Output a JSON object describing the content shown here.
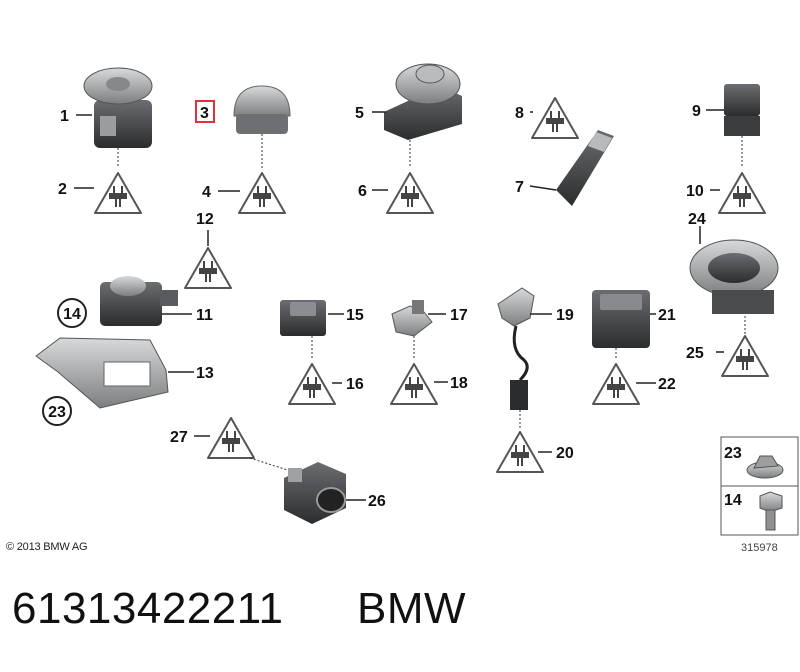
{
  "labels": {
    "l1": "1",
    "l2": "2",
    "l3": "3",
    "l4": "4",
    "l5": "5",
    "l6": "6",
    "l7": "7",
    "l8": "8",
    "l9": "9",
    "l10": "10",
    "l11": "11",
    "l12": "12",
    "l13": "13",
    "l14": "14",
    "l15": "15",
    "l16": "16",
    "l17": "17",
    "l18": "18",
    "l19": "19",
    "l20": "20",
    "l21": "21",
    "l22": "22",
    "l23": "23",
    "l24": "24",
    "l25": "25",
    "l26": "26",
    "l27": "27",
    "circle14": "14",
    "circle23": "23",
    "box23": "23",
    "box14": "14"
  },
  "footer": {
    "copyright": "© 2013 BMW AG",
    "diagram_id": "315978"
  },
  "caption": {
    "part_number": "61313422211",
    "brand": "BMW"
  },
  "colors": {
    "part_body": "#5f6163",
    "part_light": "#b8babc",
    "highlight_box": "#e0303a",
    "warning_stroke": "#555555"
  }
}
